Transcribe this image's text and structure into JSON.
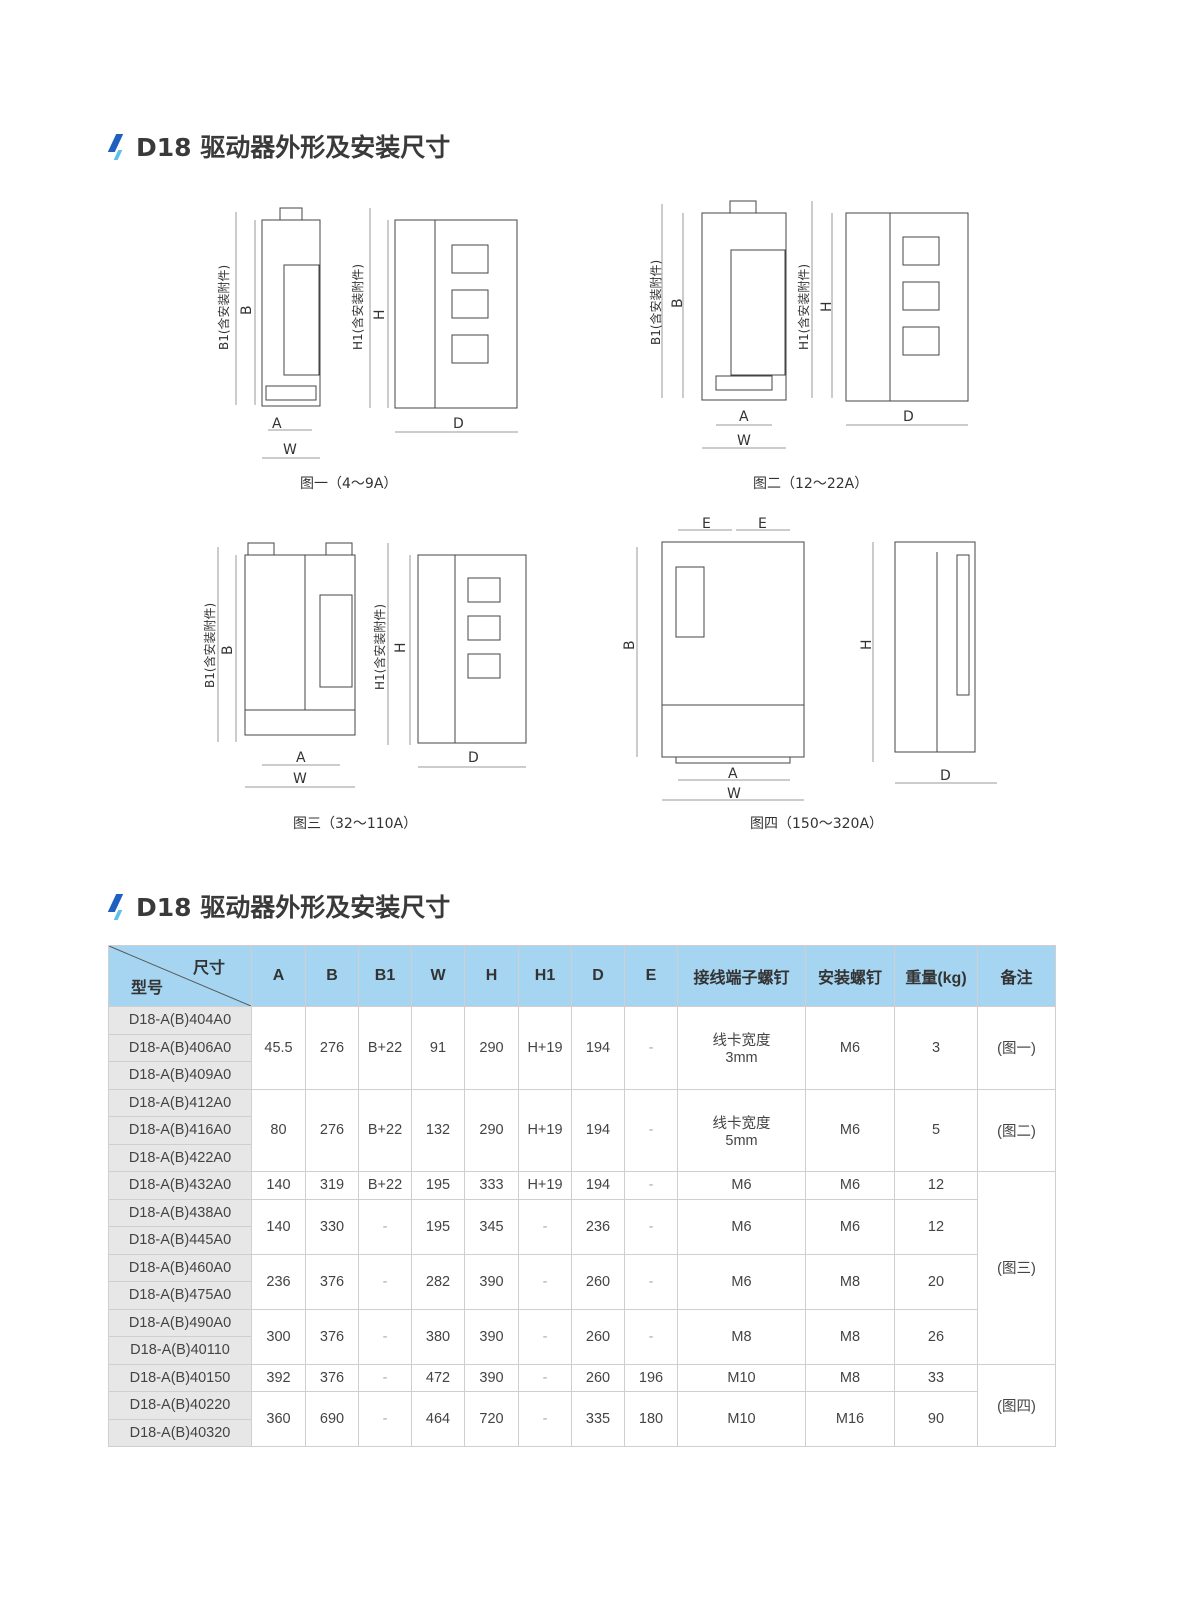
{
  "section1_title": "D18 驱动器外形及安装尺寸",
  "section2_title": "D18 驱动器外形及安装尺寸",
  "figures": {
    "fig1_caption": "图一（4～9A）",
    "fig2_caption": "图二（12～22A）",
    "fig3_caption": "图三（32～110A）",
    "fig4_caption": "图四（150～320A）",
    "labels": {
      "A": "A",
      "W": "W",
      "B": "B",
      "H": "H",
      "D": "D",
      "E": "E",
      "B1": "B1(含安装附件)",
      "H1": "H1(含安装附件)"
    }
  },
  "table": {
    "corner_top": "尺寸",
    "corner_bottom": "型号",
    "headers": [
      "A",
      "B",
      "B1",
      "W",
      "H",
      "H1",
      "D",
      "E",
      "接线端子螺钉",
      "安装螺钉",
      "重量(kg)",
      "备注"
    ],
    "models": [
      "D18-A(B)404A0",
      "D18-A(B)406A0",
      "D18-A(B)409A0",
      "D18-A(B)412A0",
      "D18-A(B)416A0",
      "D18-A(B)422A0",
      "D18-A(B)432A0",
      "D18-A(B)438A0",
      "D18-A(B)445A0",
      "D18-A(B)460A0",
      "D18-A(B)475A0",
      "D18-A(B)490A0",
      "D18-A(B)40110",
      "D18-A(B)40150",
      "D18-A(B)40220",
      "D18-A(B)40320"
    ],
    "groups": [
      {
        "span": 3,
        "values": [
          "45.5",
          "276",
          "B+22",
          "91",
          "290",
          "H+19",
          "194",
          "-",
          "线卡宽度\n3mm",
          "M6",
          "3"
        ]
      },
      {
        "span": 3,
        "values": [
          "80",
          "276",
          "B+22",
          "132",
          "290",
          "H+19",
          "194",
          "-",
          "线卡宽度\n5mm",
          "M6",
          "5"
        ]
      },
      {
        "span": 1,
        "values": [
          "140",
          "319",
          "B+22",
          "195",
          "333",
          "H+19",
          "194",
          "-",
          "M6",
          "M6",
          "12"
        ]
      },
      {
        "span": 2,
        "values": [
          "140",
          "330",
          "-",
          "195",
          "345",
          "-",
          "236",
          "-",
          "M6",
          "M6",
          "12"
        ]
      },
      {
        "span": 2,
        "values": [
          "236",
          "376",
          "-",
          "282",
          "390",
          "-",
          "260",
          "-",
          "M6",
          "M8",
          "20"
        ]
      },
      {
        "span": 2,
        "values": [
          "300",
          "376",
          "-",
          "380",
          "390",
          "-",
          "260",
          "-",
          "M8",
          "M8",
          "26"
        ]
      },
      {
        "span": 1,
        "values": [
          "392",
          "376",
          "-",
          "472",
          "390",
          "-",
          "260",
          "196",
          "M10",
          "M8",
          "33"
        ]
      },
      {
        "span": 2,
        "values": [
          "360",
          "690",
          "-",
          "464",
          "720",
          "-",
          "335",
          "180",
          "M10",
          "M16",
          "90"
        ]
      }
    ],
    "remarks": [
      {
        "span": 3,
        "text": "(图一)"
      },
      {
        "span": 3,
        "text": "(图二)"
      },
      {
        "span": 7,
        "text": "(图三)"
      },
      {
        "span": 3,
        "text": "(图四)"
      }
    ]
  },
  "colors": {
    "header_bg": "#a6d5f1",
    "model_bg": "#e7e7e7",
    "accent_dark": "#1f5fbf",
    "accent_light": "#5cc0ea"
  }
}
